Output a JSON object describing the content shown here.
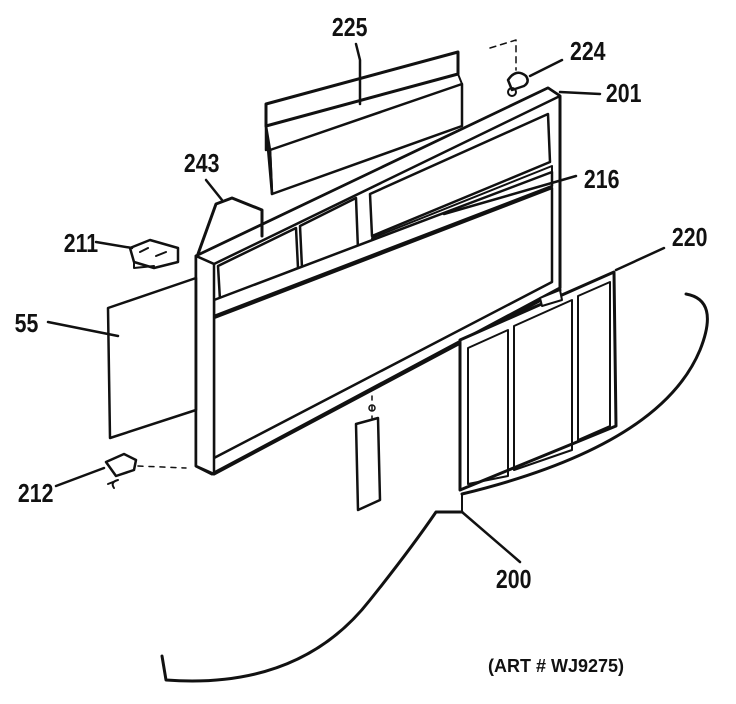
{
  "diagram": {
    "part_labels": {
      "p225": "225",
      "p224": "224",
      "p201": "201",
      "p243": "243",
      "p216": "216",
      "p211": "211",
      "p220": "220",
      "p55": "55",
      "p212": "212",
      "p200": "200"
    },
    "art_number": "(ART # WJ9275)",
    "colors": {
      "ink": "#111111",
      "paper": "#ffffff"
    }
  }
}
